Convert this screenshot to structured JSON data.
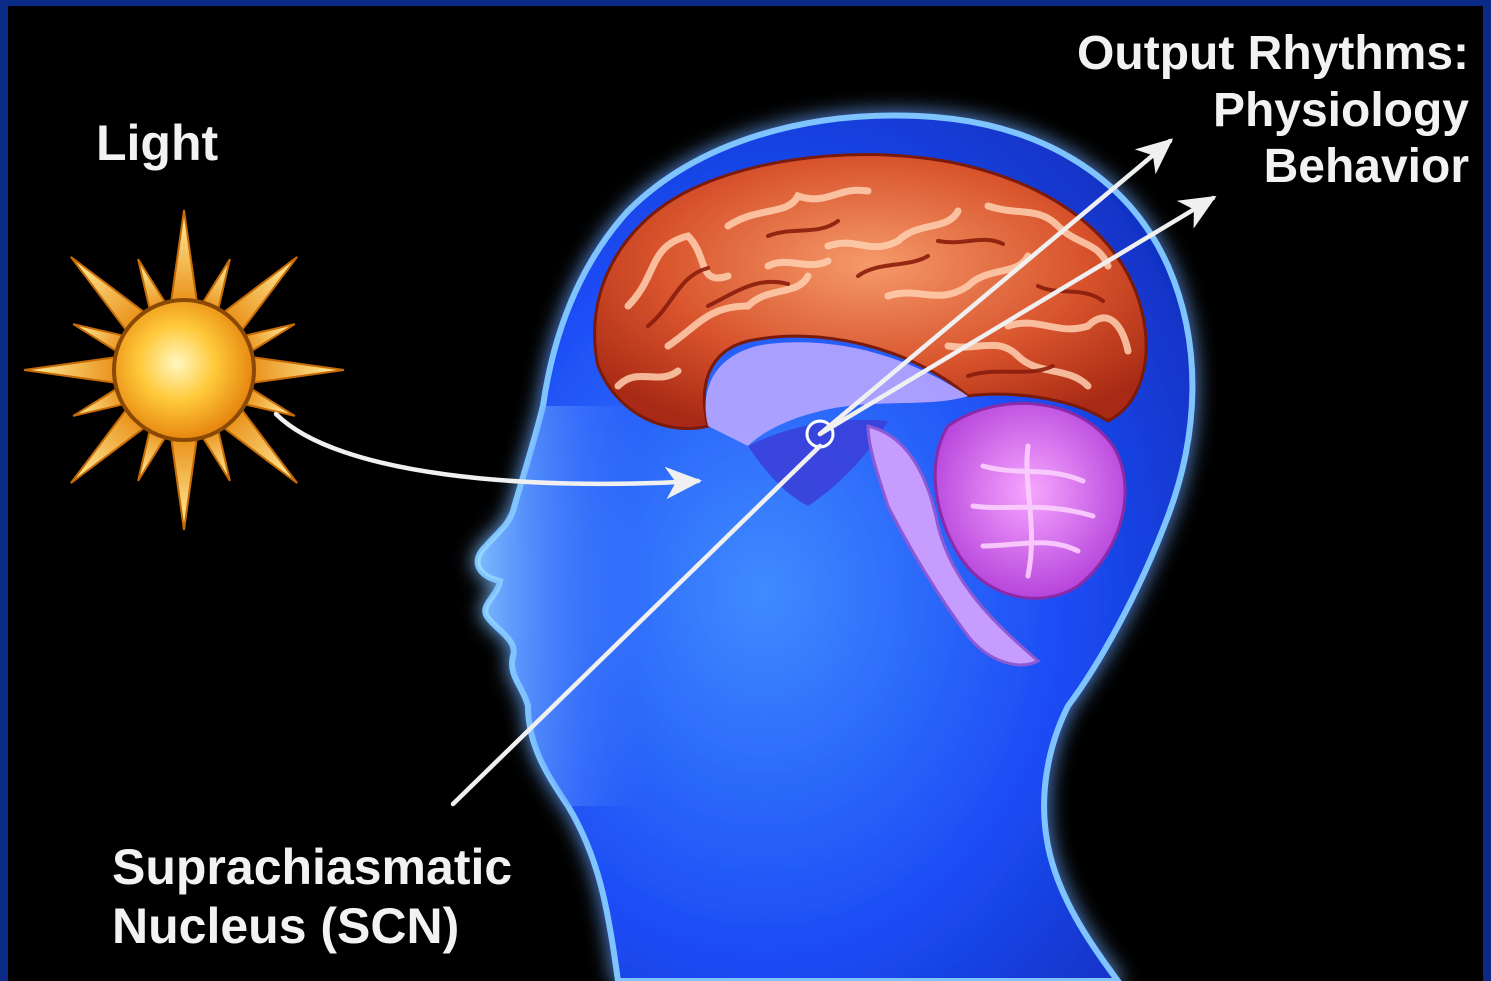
{
  "labels": {
    "light": "Light",
    "output_title": "Output Rhythms:",
    "output_line1": "Physiology",
    "output_line2": "Behavior",
    "scn_line1": "Suprachiasmatic",
    "scn_line2": "Nucleus (SCN)"
  },
  "icons": [
    "sun-icon",
    "head-silhouette",
    "brain-illustration"
  ],
  "colors": {
    "frame": "#0b2a86",
    "background": "#000000",
    "head_blue": "#1f55ff",
    "brain_red": "#d24a2a",
    "cerebellum_pink": "#e070e8",
    "sun_orange": "#f5a21a",
    "arrow_white": "#f0f0f0"
  }
}
